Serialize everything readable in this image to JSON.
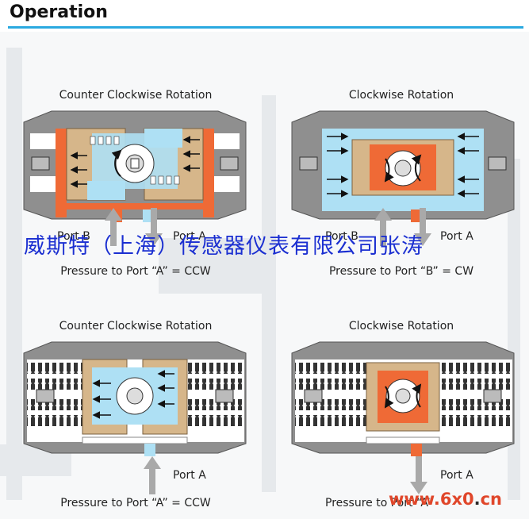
{
  "page": {
    "heading": "Operation"
  },
  "colors": {
    "rule": "#2aa9e0",
    "body_gray": "#8f8f8f",
    "piston_tan": "#d6b68a",
    "air_blue": "#aee0f4",
    "pressure_orange": "#ef6a36",
    "watermark_blue": "#1b2fd1",
    "site_red": "#e0462a"
  },
  "panels": [
    {
      "title": "Counter Clockwise Rotation",
      "variant": "double-acting",
      "direction": "ccw",
      "port_left": "Port B",
      "port_right": "Port A",
      "caption": "Pressure to Port “A” = CCW"
    },
    {
      "title": "Clockwise Rotation",
      "variant": "double-acting",
      "direction": "cw",
      "port_left": "Port B",
      "port_right": "Port A",
      "caption": "Pressure to Port “B” = CW"
    },
    {
      "title": "Counter Clockwise Rotation",
      "variant": "spring-return",
      "direction": "ccw",
      "port_right": "Port A",
      "caption": "Pressure to Port “A” = CCW"
    },
    {
      "title": "Clockwise Rotation",
      "variant": "spring-return",
      "direction": "cw",
      "port_right": "Port A",
      "caption": "Pressure to Port “A”"
    }
  ],
  "watermark": "威斯特（上海）传感器仪表有限公司张涛",
  "site": {
    "pre": "www.",
    "main": "6x0",
    "dot": ".",
    "tld": "cn"
  },
  "icons": [
    "pinion-gear-icon",
    "up-arrow-icon",
    "down-arrow-icon",
    "flow-arrow-icon",
    "spring-icon"
  ]
}
